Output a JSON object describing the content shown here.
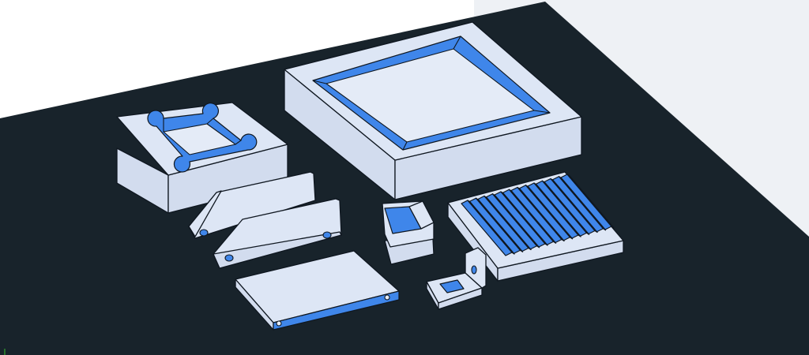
{
  "scene": {
    "background_color": "#ffffff",
    "floor_color": "#18232b",
    "part_color": "#dde6f5",
    "cut_face_color": "#3f86ea",
    "edge_color": "#0f1720",
    "axis_indicator_color": "#2e8b2e"
  },
  "parts": [
    "pocketed-block",
    "square-tray",
    "angle-plate-back",
    "angle-plate-front",
    "corner-bracket",
    "finned-heatsink",
    "l-bracket",
    "flat-plate"
  ]
}
